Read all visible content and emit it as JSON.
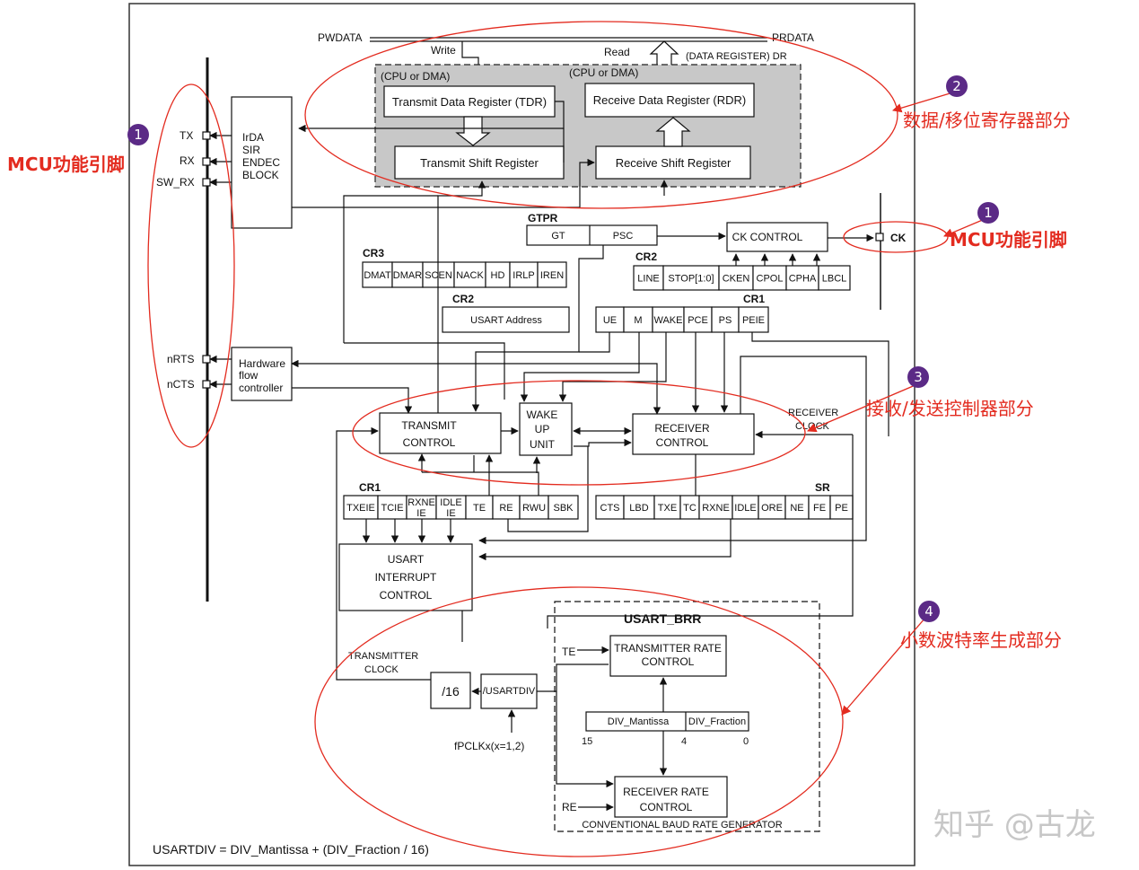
{
  "colors": {
    "accent_red": "#e32b1f",
    "badge_purple": "#5b2a86",
    "register_bg": "#c8c8c8",
    "line": "#111111"
  },
  "data_bus": {
    "pwdata": "PWDATA",
    "prdata": "PRDATA",
    "write": "Write",
    "read": "Read",
    "cpu_dma_w": "(CPU or DMA)",
    "cpu_dma_r": "(CPU or DMA)",
    "dr": "(DATA REGISTER) DR"
  },
  "registers": {
    "tdr": "Transmit Data Register (TDR)",
    "rdr": "Receive Data Register (RDR)",
    "tsr": "Transmit Shift Register",
    "rsr": "Receive Shift Register"
  },
  "pins": {
    "tx": "TX",
    "rx": "RX",
    "sw_rx": "SW_RX",
    "nrts": "nRTS",
    "ncts": "nCTS",
    "ck": "CK"
  },
  "irda": [
    "IrDA",
    "SIR",
    "ENDEC",
    "BLOCK"
  ],
  "hw_flow": [
    "Hardware",
    "flow",
    "controller"
  ],
  "gtpr": {
    "title": "GTPR",
    "gt": "GT",
    "psc": "PSC"
  },
  "ck_control": "CK CONTROL",
  "cr3": {
    "title": "CR3",
    "bits": [
      "DMAT",
      "DMAR",
      "SCEN",
      "NACK",
      "HD",
      "IRLP",
      "IREN"
    ]
  },
  "cr2_top": {
    "title": "CR2",
    "bits": [
      "LINE",
      "STOP[1:0]",
      "CKEN",
      "CPOL",
      "CPHA",
      "LBCL"
    ]
  },
  "cr2_addr": {
    "title": "CR2",
    "label": "USART Address"
  },
  "cr1_top": {
    "title": "CR1",
    "bits": [
      "UE",
      "M",
      "WAKE",
      "PCE",
      "PS",
      "PEIE"
    ]
  },
  "transmit_control": [
    "TRANSMIT",
    "CONTROL"
  ],
  "wakeup_unit": [
    "WAKE",
    "UP",
    "UNIT"
  ],
  "receiver_control": [
    "RECEIVER",
    "CONTROL"
  ],
  "receiver_clock": [
    "RECEIVER",
    "CLOCK"
  ],
  "cr1_bottom": {
    "title": "CR1",
    "bits": [
      "TXEIE",
      "TCIE",
      "RXNE IE",
      "IDLE IE",
      "TE",
      "RE",
      "RWU",
      "SBK"
    ]
  },
  "sr": {
    "title": "SR",
    "bits": [
      "CTS",
      "LBD",
      "TXE",
      "TC",
      "RXNE",
      "IDLE",
      "ORE",
      "NE",
      "FE",
      "PE"
    ]
  },
  "interrupt_control": [
    "USART",
    "INTERRUPT",
    "CONTROL"
  ],
  "brr": {
    "title": "USART_BRR",
    "te": "TE",
    "re": "RE",
    "tx_rate": [
      "TRANSMITTER RATE",
      "CONTROL"
    ],
    "rx_rate": [
      "RECEIVER RATE",
      "CONTROL"
    ],
    "div_mantissa": "DIV_Mantissa",
    "div_fraction": "DIV_Fraction",
    "bit15": "15",
    "bit4": "4",
    "bit0": "0",
    "footer": "CONVENTIONAL BAUD RATE GENERATOR"
  },
  "transmitter_clock": [
    "TRANSMITTER",
    "CLOCK"
  ],
  "div16": "/16",
  "usartdiv": "/USARTDIV",
  "fpclk": "fPCLKx(x=1,2)",
  "formula": "USARTDIV = DIV_Mantissa + (DIV_Fraction / 16)",
  "annotations": {
    "left_pins": {
      "badge": "1",
      "label": "MCU功能引脚"
    },
    "ck_pin": {
      "badge": "1",
      "label": "MCU功能引脚"
    },
    "data_shift": {
      "badge": "2",
      "label": "数据/移位寄存器部分"
    },
    "control": {
      "badge": "3",
      "label": "接收/发送控制器部分"
    },
    "baud": {
      "badge": "4",
      "label": "小数波特率生成部分"
    }
  },
  "watermark": "知乎 @古龙"
}
